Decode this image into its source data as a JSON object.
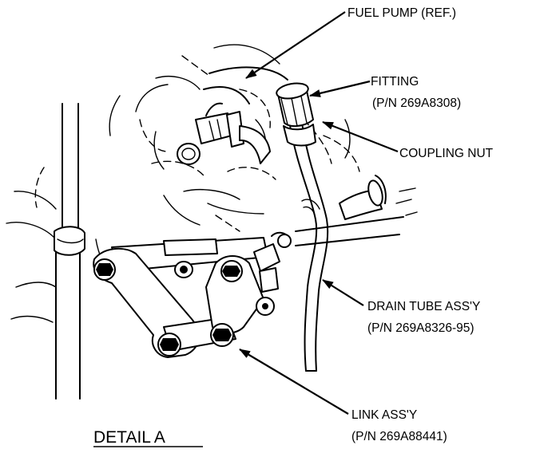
{
  "diagram": {
    "callouts": {
      "fuel_pump": "FUEL PUMP (REF.)",
      "fitting": "FITTING",
      "fitting_pn": "(P/N 269A8308)",
      "coupling_nut": "COUPLING NUT",
      "drain_tube": "DRAIN TUBE ASS'Y",
      "drain_tube_pn": "(P/N 269A8326-95)",
      "link": "LINK ASS'Y",
      "link_pn": "(P/N 269A88441)"
    },
    "detail_label": "DETAIL A"
  }
}
